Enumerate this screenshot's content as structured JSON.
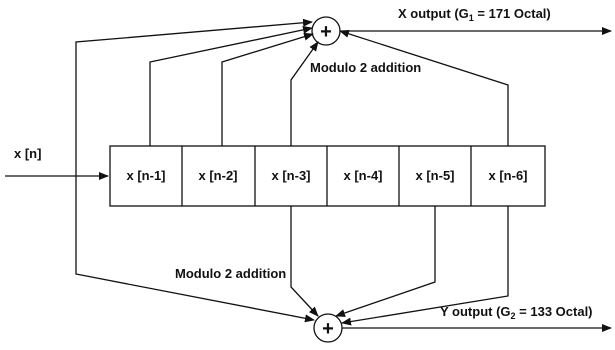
{
  "input_label": "x [n]",
  "register_cells": [
    "x [n-1]",
    "x [n-2]",
    "x [n-3]",
    "x [n-4]",
    "x [n-5]",
    "x [n-6]"
  ],
  "adder_symbol": "+",
  "top": {
    "output_prefix": "X output (G",
    "output_sub": "1",
    "output_suffix": " = 171 Octal)",
    "modulo_label": "Modulo 2 addition"
  },
  "bottom": {
    "output_prefix": "Y output (G",
    "output_sub": "2",
    "output_suffix": " = 133 Octal)",
    "modulo_label": "Modulo 2 addition"
  }
}
